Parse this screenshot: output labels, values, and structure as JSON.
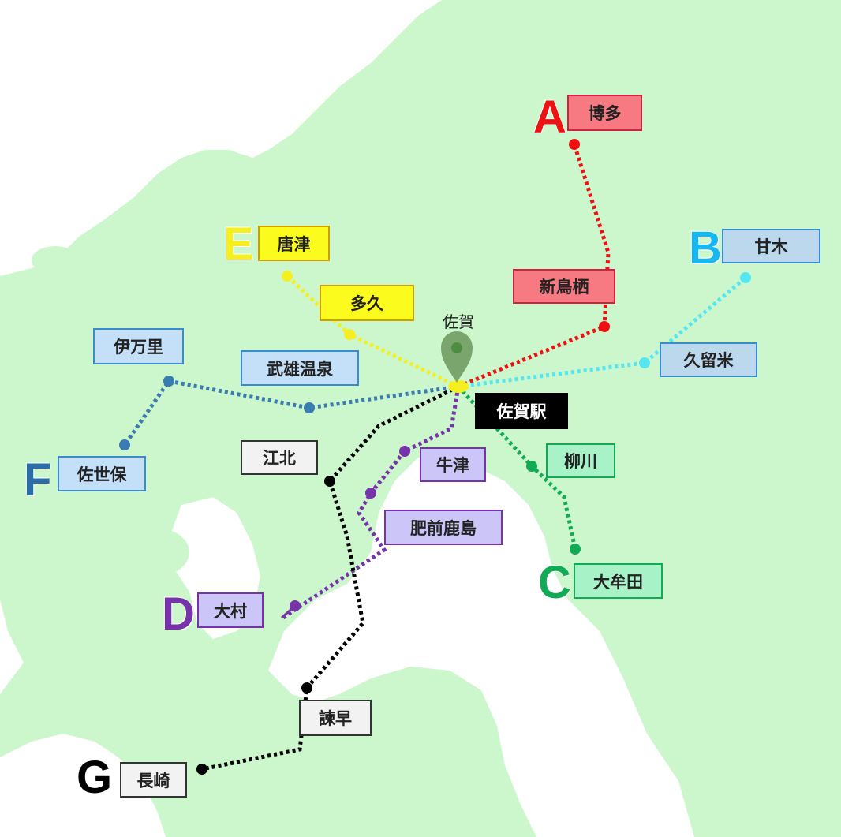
{
  "colors": {
    "land": "#ccf7cc",
    "water": "#ffffff",
    "A": "#ee1111",
    "B": "#55e6f2",
    "C": "#11aa55",
    "D": "#7733aa",
    "E": "#f5ef1f",
    "F": "#3a7bb0",
    "G": "#000000"
  },
  "center": {
    "caption": "佐賀",
    "station": "佐賀駅",
    "pin_icon": "map-pin-icon"
  },
  "routes": [
    {
      "id": "A",
      "letter": "A",
      "letter_color": "#ee1111",
      "stations": [
        "博多",
        "新鳥栖"
      ],
      "label_bg": "#f77a82",
      "label_border": "#cc2244"
    },
    {
      "id": "B",
      "letter": "B",
      "letter_color": "#19b7f0",
      "stations": [
        "甘木",
        "久留米"
      ],
      "label_bg": "#bcd8ec",
      "label_border": "#3a8bd0"
    },
    {
      "id": "C",
      "letter": "C",
      "letter_color": "#11aa55",
      "stations": [
        "柳川",
        "大牟田"
      ],
      "label_bg": "#a8f2c8",
      "label_border": "#11aa55"
    },
    {
      "id": "D",
      "letter": "D",
      "letter_color": "#7733aa",
      "stations": [
        "牛津",
        "肥前鹿島",
        "大村"
      ],
      "label_bg": "#ccc6f8",
      "label_border": "#7733aa"
    },
    {
      "id": "E",
      "letter": "E",
      "letter_color": "#f5ef1f",
      "stations": [
        "唐津",
        "多久"
      ],
      "label_bg": "#fbfb1e",
      "label_border": "#cca000"
    },
    {
      "id": "F",
      "letter": "F",
      "letter_color": "#2a6ea8",
      "stations": [
        "伊万里",
        "武雄温泉",
        "佐世保"
      ],
      "label_bg": "#c4e0f8",
      "label_border": "#3a8bd0"
    },
    {
      "id": "G",
      "letter": "G",
      "letter_color": "#000000",
      "stations": [
        "江北",
        "諫早",
        "長崎"
      ],
      "label_bg": "#f2f2f2",
      "label_border": "#333333"
    }
  ]
}
